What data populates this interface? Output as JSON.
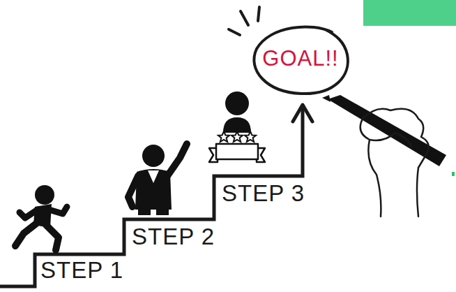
{
  "diagram": {
    "nodes": [
      {
        "text": [
          "GOAL!!"
        ]
      }
    ],
    "labels": [
      "STEP 1",
      "STEP 2",
      "STEP 3"
    ]
  }
}
